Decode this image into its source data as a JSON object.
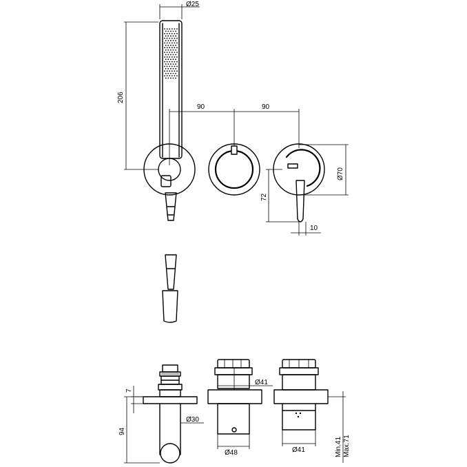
{
  "dimensions": {
    "d_shower_head": "Ø25",
    "shower_length": "206",
    "spacing_left": "90",
    "spacing_right": "90",
    "d_plate": "Ø70",
    "lever_drop": "72",
    "lever_offset": "10",
    "plate_thickness": "7",
    "outlet_depth": "94",
    "d_outlet": "Ø30",
    "d_body_upper_mid": "Ø41",
    "d_body_lower_mid": "Ø48",
    "d_body_lower_right": "Ø41",
    "depth_min": "Min.41",
    "depth_max": "Max.71"
  }
}
